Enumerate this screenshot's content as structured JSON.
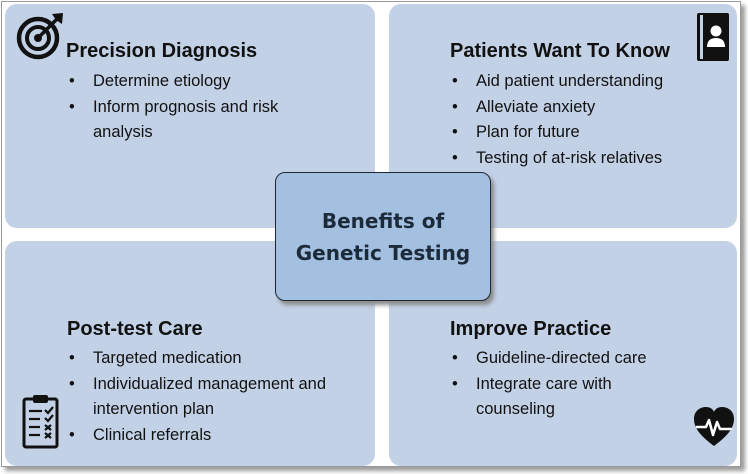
{
  "center": {
    "line1": "Benefits of",
    "line2": "Genetic Testing"
  },
  "quadrants": {
    "precision": {
      "title": "Precision Diagnosis",
      "items": [
        "Determine etiology",
        "Inform prognosis and risk analysis"
      ],
      "icon": "target-icon"
    },
    "patients": {
      "title": "Patients Want To Know",
      "items": [
        "Aid patient understanding",
        "Alleviate anxiety",
        "Plan for future",
        "Testing of at-risk relatives"
      ],
      "icon": "contact-book-icon"
    },
    "posttest": {
      "title": "Post-test Care",
      "items": [
        "Targeted medication",
        "Individualized management and intervention plan",
        "Clinical referrals"
      ],
      "icon": "clipboard-checklist-icon"
    },
    "practice": {
      "title": "Improve Practice",
      "items": [
        "Guideline-directed care",
        "Integrate care with counseling"
      ],
      "icon": "heart-pulse-icon"
    }
  },
  "colors": {
    "quadrant_fill": "#c3d1e7",
    "center_fill": "#a3c0e0",
    "icon": "#111111"
  }
}
